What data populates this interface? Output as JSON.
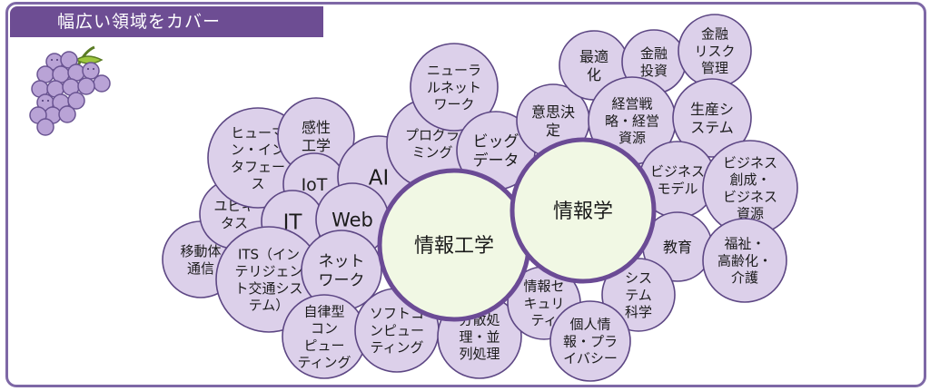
{
  "header": {
    "title": "幅広い領域をカバー"
  },
  "icon": "grapes-icon",
  "colors": {
    "bubble_fill": "#dcd0ea",
    "bubble_stroke": "#5d4784",
    "core_fill": "#f1f8e4",
    "core_stroke": "#6b4b95",
    "header_bg": "#6d4d93"
  },
  "cores": [
    {
      "id": "joho-kogaku",
      "label": "情報工学"
    },
    {
      "id": "johogaku",
      "label": "情報学"
    }
  ],
  "topics": [
    {
      "id": "movement-comm",
      "lines": [
        "移動体",
        "通信"
      ]
    },
    {
      "id": "ubiquitous",
      "lines": [
        "ユビキ",
        "タス"
      ]
    },
    {
      "id": "human-interface",
      "lines": [
        "ヒューマ",
        "ン・イン",
        "タフェー",
        "ス"
      ]
    },
    {
      "id": "kansei",
      "lines": [
        "感性",
        "工学"
      ]
    },
    {
      "id": "iot",
      "lines": [
        "IoT"
      ]
    },
    {
      "id": "it",
      "lines": [
        "IT"
      ]
    },
    {
      "id": "ai",
      "lines": [
        "AI"
      ]
    },
    {
      "id": "web",
      "lines": [
        "Web"
      ]
    },
    {
      "id": "its",
      "lines": [
        "ITS（イン",
        "テリジェン",
        "ト交通シス",
        "テム）"
      ]
    },
    {
      "id": "network",
      "lines": [
        "ネット",
        "ワーク"
      ]
    },
    {
      "id": "autonomous",
      "lines": [
        "自律型",
        "コン",
        "ピュー",
        "ティング"
      ]
    },
    {
      "id": "soft-computing",
      "lines": [
        "ソフトコ",
        "ンピュー",
        "ティング"
      ]
    },
    {
      "id": "distributed",
      "lines": [
        "分散処",
        "理・並",
        "列処理"
      ]
    },
    {
      "id": "programming",
      "lines": [
        "プログラ",
        "ミング"
      ]
    },
    {
      "id": "neural-net",
      "lines": [
        "ニューラ",
        "ルネット",
        "ワーク"
      ]
    },
    {
      "id": "big-data",
      "lines": [
        "ビッグ",
        "データ"
      ]
    },
    {
      "id": "decision",
      "lines": [
        "意思決",
        "定"
      ]
    },
    {
      "id": "optimization",
      "lines": [
        "最適",
        "化"
      ]
    },
    {
      "id": "finance-invest",
      "lines": [
        "金融",
        "投資"
      ]
    },
    {
      "id": "finance-risk",
      "lines": [
        "金融",
        "リスク",
        "管理"
      ]
    },
    {
      "id": "strategy",
      "lines": [
        "経営戦",
        "略・経営",
        "資源"
      ]
    },
    {
      "id": "production",
      "lines": [
        "生産シ",
        "ステム"
      ]
    },
    {
      "id": "business-model",
      "lines": [
        "ビジネス",
        "モデル"
      ]
    },
    {
      "id": "business-creation",
      "lines": [
        "ビジネス",
        "創成・",
        "ビジネス",
        "資源"
      ]
    },
    {
      "id": "education",
      "lines": [
        "教育"
      ]
    },
    {
      "id": "welfare",
      "lines": [
        "福祉・",
        "高齢化・",
        "介護"
      ]
    },
    {
      "id": "system-science",
      "lines": [
        "シス",
        "テム",
        "科学"
      ]
    },
    {
      "id": "info-security",
      "lines": [
        "情報セ",
        "キュリ",
        "ティ"
      ]
    },
    {
      "id": "privacy",
      "lines": [
        "個人情",
        "報・プラ",
        "イバシー"
      ]
    }
  ]
}
